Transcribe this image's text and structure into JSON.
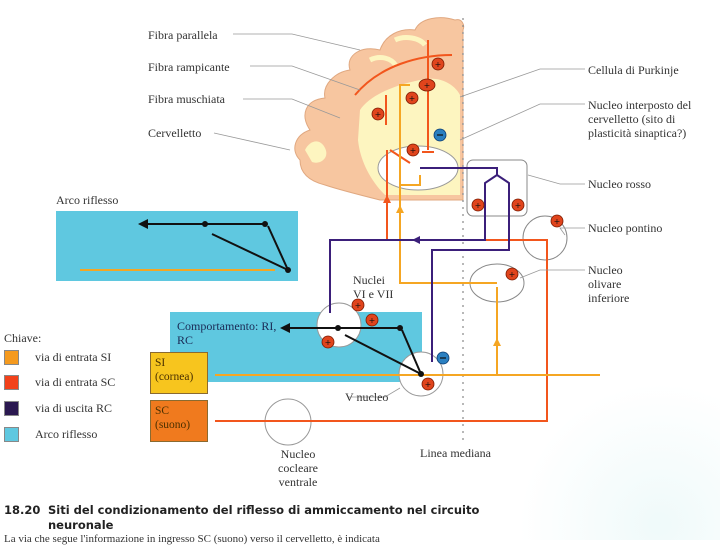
{
  "labels": {
    "fibra_parallela": "Fibra parallela",
    "fibra_rampicante": "Fibra rampicante",
    "fibra_muschiata": "Fibra muschiata",
    "cervelletto": "Cervelletto",
    "cellula_purkinje": "Cellula di Purkinje",
    "nucleo_interposto": "Nucleo interposto del cervelletto (sito di plasticità sinaptica?)",
    "nucleo_rosso": "Nucleo rosso",
    "nucleo_pontino": "Nucleo pontino",
    "nucleo_olivare": "Nucleo olivare inferiore",
    "arco_riflesso": "Arco riflesso",
    "nuclei_vi_vii": "Nuclei VI e VII",
    "comportamento": "Comportamento: RI, RC",
    "v_nucleo": "V nucleo",
    "nucleo_cocleare": "Nucleo cocleare ventrale",
    "linea_mediana": "Linea mediana",
    "si_box": "SI (cornea)",
    "sc_box": "SC (suono)"
  },
  "key": {
    "title": "Chiave:",
    "items": [
      {
        "label": "via di entrata SI",
        "color": "#f59a1e"
      },
      {
        "label": "via di entrata SC",
        "color": "#f2411a"
      },
      {
        "label": "via di uscita RC",
        "color": "#2a1850"
      },
      {
        "label": "Arco riflesso",
        "color": "#5fc8e0"
      }
    ]
  },
  "caption": {
    "number": "18.20",
    "title_line1": "Siti del condizionamento del riflesso di ammiccamento nel circuito",
    "title_line2": "neuronale",
    "body": "La via che segue l'informazione in ingresso SC (suono) verso il cervelletto, è indicata"
  },
  "colors": {
    "si_path": "#f5a623",
    "sc_path": "#f2561d",
    "rc_path": "#3b1f7a",
    "reflex": "#5fc8e0",
    "cerebellum": "#f7c6a0",
    "cerebellum_inner": "#fdf5c0",
    "excitatory": "#e0441c",
    "inhibitory": "#2a7fc0"
  }
}
